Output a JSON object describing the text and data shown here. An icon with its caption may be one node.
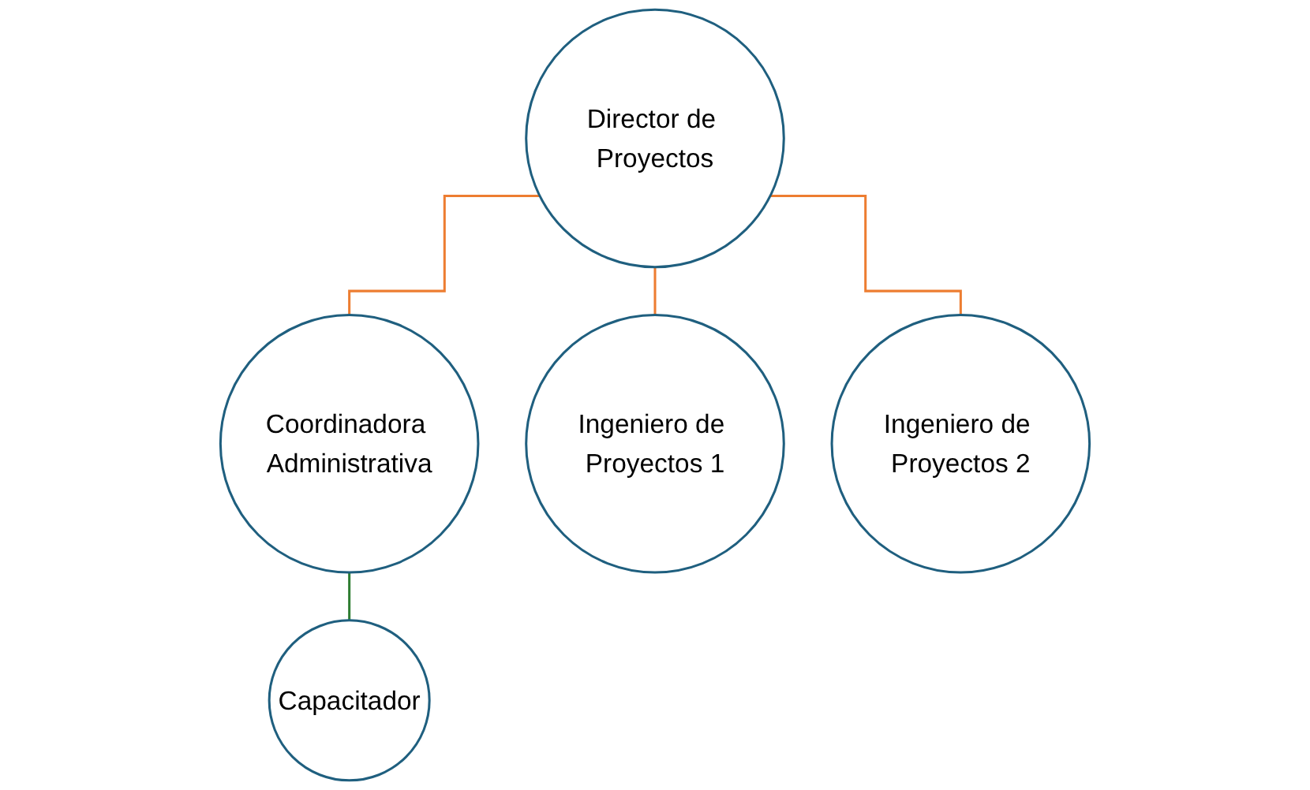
{
  "diagram": {
    "nodes": [
      {
        "text": [
          "Director de Proyectos"
        ]
      },
      {
        "text": [
          "Coordinadora Administrativa"
        ]
      },
      {
        "text": [
          "Ingeniero de Proyectos 1"
        ]
      },
      {
        "text": [
          "Ingeniero de Proyectos 2"
        ]
      },
      {
        "text": [
          "Capacitador"
        ]
      }
    ],
    "edges": [
      {
        "from": 0,
        "to": 1,
        "arrow": "none"
      },
      {
        "from": 0,
        "to": 2,
        "arrow": "none"
      },
      {
        "from": 0,
        "to": 3,
        "arrow": "none"
      },
      {
        "from": 1,
        "to": 4,
        "arrow": "none",
        "color": "#2e7d32"
      }
    ]
  }
}
